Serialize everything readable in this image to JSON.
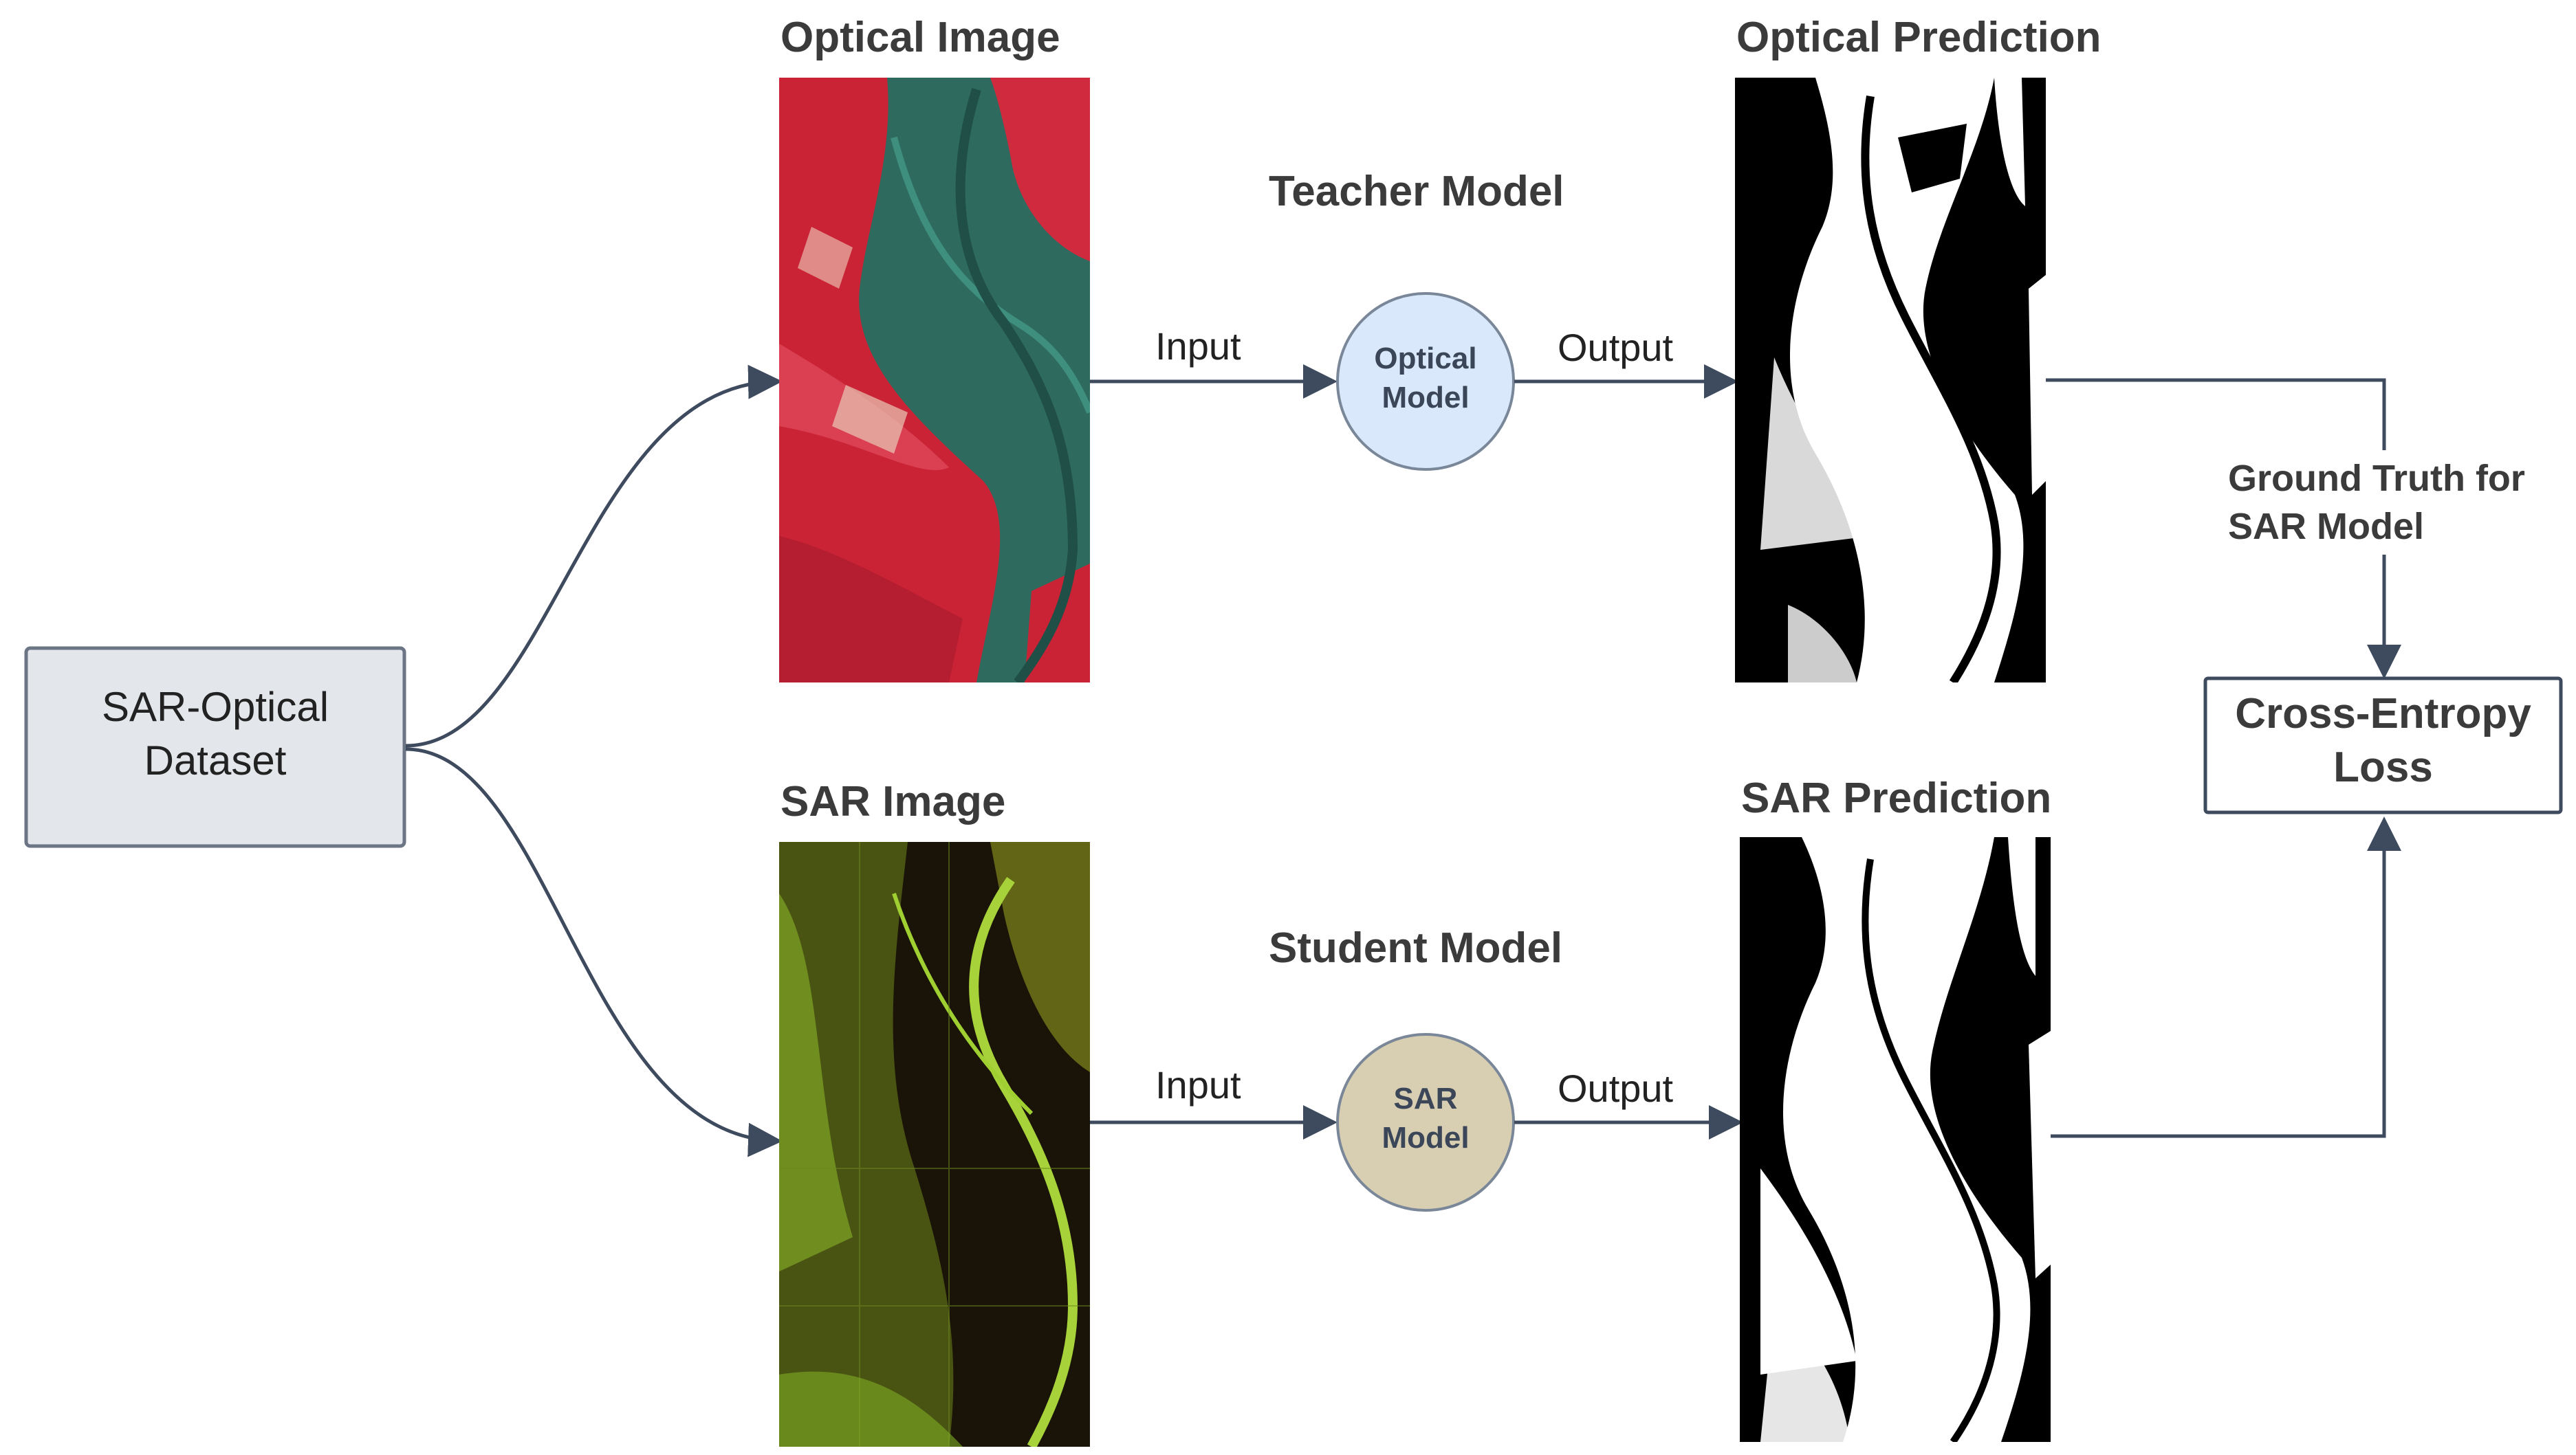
{
  "dataset_box": {
    "label": "SAR-Optical Dataset"
  },
  "teacher": {
    "image_title": "Optical Image",
    "model_title": "Teacher Model",
    "input_label": "Input",
    "model_label": "Optical Model",
    "output_label": "Output",
    "prediction_title": "Optical Prediction",
    "model_fill": "#d9e8fb"
  },
  "student": {
    "image_title": "SAR Image",
    "model_title": "Student Model",
    "input_label": "Input",
    "model_label": "SAR Model",
    "output_label": "Output",
    "prediction_title": "SAR Prediction",
    "model_fill": "#d8cfb2"
  },
  "ground_truth_label": "Ground Truth for SAR Model",
  "loss_box": {
    "label": "Cross-Entropy Loss"
  },
  "colors": {
    "arrow": "#3e4a5e",
    "dataset_fill": "#e3e6ea",
    "optical_image_base": "#2f6a5f",
    "optical_image_land": "#d8283a",
    "sar_image_base": "#1a1408",
    "sar_image_veg": "#8fbf2a",
    "prediction_water": "#ffffff",
    "prediction_land": "#000000"
  }
}
